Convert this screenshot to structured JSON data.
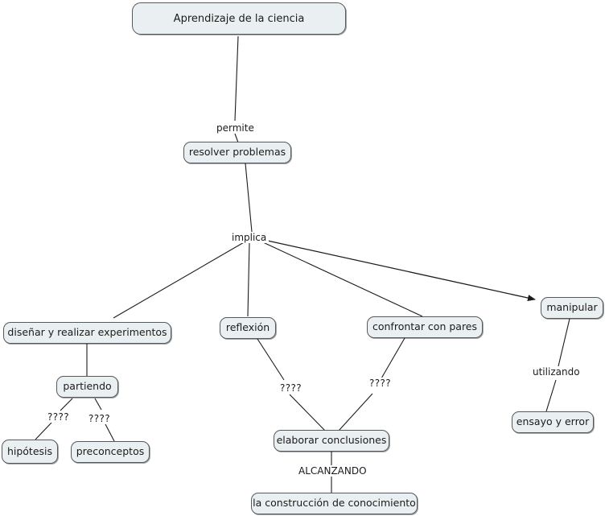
{
  "diagram": {
    "title": "Aprendizaje de la ciencia",
    "type": "concept-map",
    "language": "es",
    "colors": {
      "node_fill": "#eaf0f2",
      "node_border": "#555a5e",
      "edge": "#1b1b1b",
      "text": "#1b1b1b",
      "background": "#ffffff"
    },
    "nodes": [
      {
        "id": "aprendizaje",
        "label": "Aprendizaje de la ciencia"
      },
      {
        "id": "resolver",
        "label": "resolver problemas"
      },
      {
        "id": "disenar",
        "label": "diseñar y realizar experimentos"
      },
      {
        "id": "reflexion",
        "label": "reflexión"
      },
      {
        "id": "confrontar",
        "label": "confrontar con pares"
      },
      {
        "id": "manipular",
        "label": "manipular"
      },
      {
        "id": "partiendo",
        "label": "partiendo"
      },
      {
        "id": "hipotesis",
        "label": "hipótesis"
      },
      {
        "id": "preconceptos",
        "label": "preconceptos"
      },
      {
        "id": "elaborar",
        "label": "elaborar conclusiones"
      },
      {
        "id": "construccion",
        "label": "la construcción de conocimiento"
      },
      {
        "id": "ensayo",
        "label": "ensayo y error"
      }
    ],
    "edge_labels": [
      {
        "id": "permite",
        "label": "permite"
      },
      {
        "id": "implica",
        "label": "implica"
      },
      {
        "id": "q-hipotesis",
        "label": "????"
      },
      {
        "id": "q-preconceptos",
        "label": "????"
      },
      {
        "id": "q-reflexion",
        "label": "????"
      },
      {
        "id": "q-confrontar",
        "label": "????"
      },
      {
        "id": "utilizando",
        "label": "utilizando"
      },
      {
        "id": "alcanzando",
        "label": "ALCANZANDO"
      }
    ],
    "edges": [
      {
        "from": "aprendizaje",
        "to": "permite",
        "arrow": false
      },
      {
        "from": "permite",
        "to": "resolver",
        "arrow": false
      },
      {
        "from": "resolver",
        "to": "implica",
        "arrow": false
      },
      {
        "from": "implica",
        "to": "disenar",
        "arrow": false
      },
      {
        "from": "implica",
        "to": "reflexion",
        "arrow": false
      },
      {
        "from": "implica",
        "to": "confrontar",
        "arrow": false
      },
      {
        "from": "implica",
        "to": "manipular",
        "arrow": true
      },
      {
        "from": "disenar",
        "to": "partiendo",
        "arrow": false
      },
      {
        "from": "partiendo",
        "to": "q-hipotesis",
        "arrow": false
      },
      {
        "from": "q-hipotesis",
        "to": "hipotesis",
        "arrow": false
      },
      {
        "from": "partiendo",
        "to": "q-preconceptos",
        "arrow": false
      },
      {
        "from": "q-preconceptos",
        "to": "preconceptos",
        "arrow": false
      },
      {
        "from": "reflexion",
        "to": "q-reflexion",
        "arrow": false
      },
      {
        "from": "q-reflexion",
        "to": "elaborar",
        "arrow": false
      },
      {
        "from": "confrontar",
        "to": "q-confrontar",
        "arrow": false
      },
      {
        "from": "q-confrontar",
        "to": "elaborar",
        "arrow": false
      },
      {
        "from": "elaborar",
        "to": "alcanzando",
        "arrow": false
      },
      {
        "from": "alcanzando",
        "to": "construccion",
        "arrow": false
      },
      {
        "from": "manipular",
        "to": "utilizando",
        "arrow": false
      },
      {
        "from": "utilizando",
        "to": "ensayo",
        "arrow": false
      }
    ]
  }
}
